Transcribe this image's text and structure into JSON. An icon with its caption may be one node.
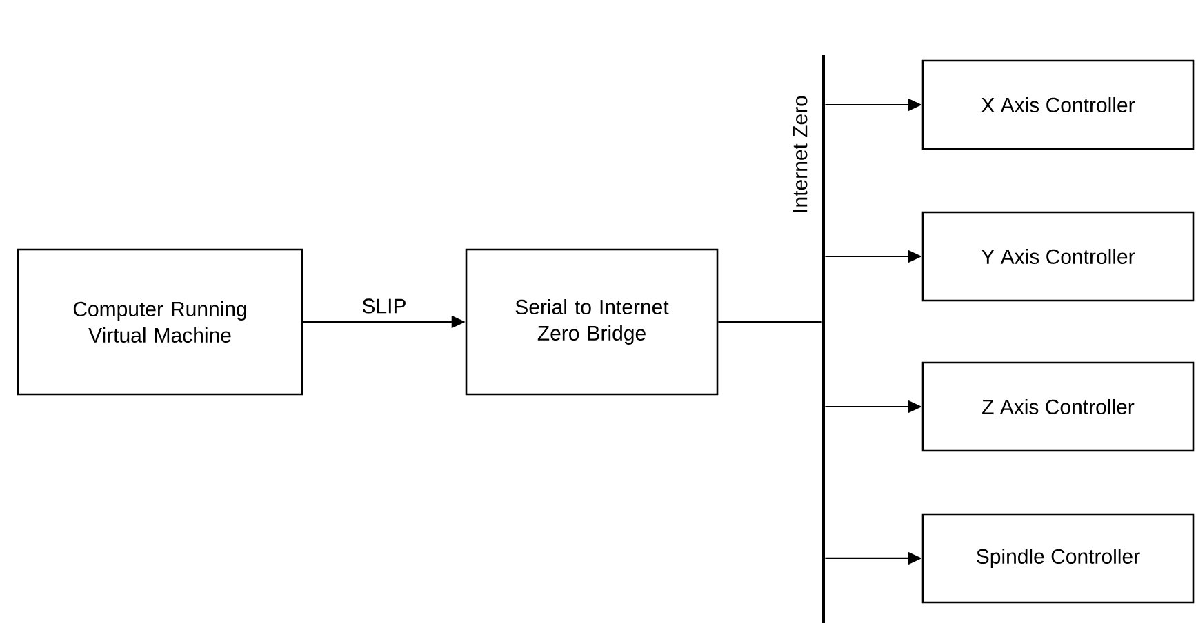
{
  "diagram": {
    "nodes": [
      {
        "text": [
          "Computer Running Virtual Machine"
        ]
      },
      {
        "text": [
          "Serial to Internet Zero Bridge"
        ]
      },
      {
        "text": [
          "Internet Zero"
        ]
      },
      {
        "text": [
          "X Axis Controller"
        ]
      },
      {
        "text": [
          "Y Axis Controller"
        ]
      },
      {
        "text": [
          "Z Axis Controller"
        ]
      },
      {
        "text": [
          "Spindle Controller"
        ]
      }
    ],
    "edges": [
      {
        "from": 0,
        "to": 1,
        "arrow": "to",
        "label": "SLIP"
      },
      {
        "from": 1,
        "to": 2,
        "arrow": "none"
      },
      {
        "from": 2,
        "to": 3,
        "arrow": "to"
      },
      {
        "from": 2,
        "to": 4,
        "arrow": "to"
      },
      {
        "from": 2,
        "to": 5,
        "arrow": "to"
      },
      {
        "from": 2,
        "to": 6,
        "arrow": "to"
      }
    ]
  }
}
